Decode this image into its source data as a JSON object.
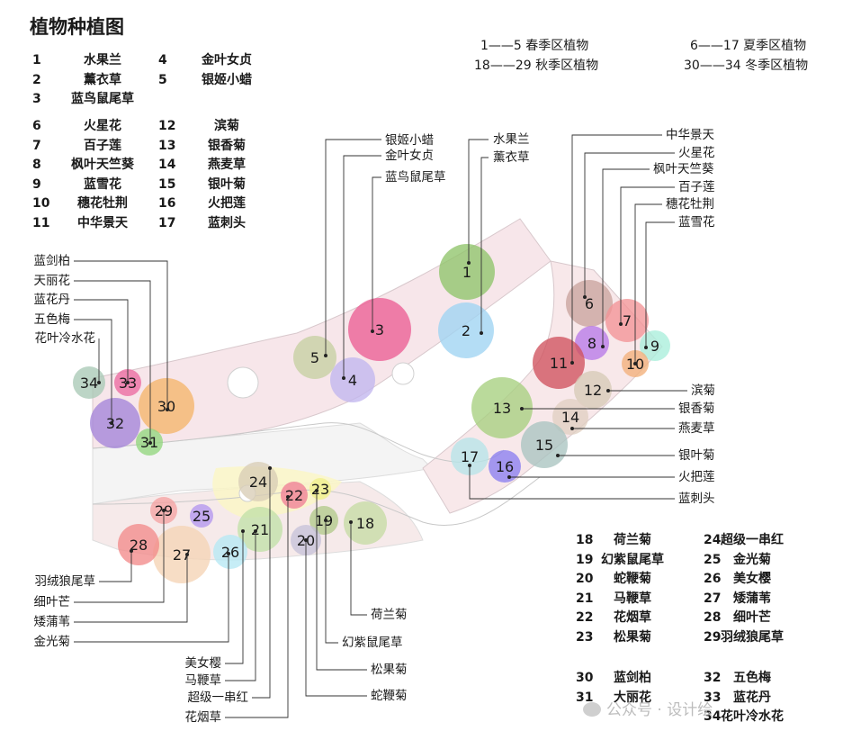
{
  "title": "植物种植图",
  "season_legend": [
    {
      "text": "1——5 春季区植物"
    },
    {
      "text": "6——17 夏季区植物"
    },
    {
      "text": "18——29 秋季区植物"
    },
    {
      "text": "30——34 冬季区植物"
    }
  ],
  "legend_groups": [
    {
      "items": [
        {
          "n": "1",
          "name": "水果兰"
        },
        {
          "n": "4",
          "name": "金叶女贞"
        },
        {
          "n": "2",
          "name": "薰衣草"
        },
        {
          "n": "5",
          "name": "银姬小蜡"
        },
        {
          "n": "3",
          "name": "蓝鸟鼠尾草"
        }
      ]
    },
    {
      "items": [
        {
          "n": "6",
          "name": "火星花"
        },
        {
          "n": "12",
          "name": "滨菊"
        },
        {
          "n": "7",
          "name": "百子莲"
        },
        {
          "n": "13",
          "name": "银香菊"
        },
        {
          "n": "8",
          "name": "枫叶天竺葵"
        },
        {
          "n": "14",
          "name": "燕麦草"
        },
        {
          "n": "9",
          "name": "蓝雪花"
        },
        {
          "n": "15",
          "name": "银叶菊"
        },
        {
          "n": "10",
          "name": "穗花牡荆"
        },
        {
          "n": "16",
          "name": "火把莲"
        },
        {
          "n": "11",
          "name": "中华景天"
        },
        {
          "n": "17",
          "name": "蓝刺头"
        }
      ]
    },
    {
      "items": [
        {
          "n": "18",
          "name": "荷兰菊"
        },
        {
          "n": "24",
          "name": "超级一串红"
        },
        {
          "n": "19",
          "name": "幻紫鼠尾草"
        },
        {
          "n": "25",
          "name": "金光菊"
        },
        {
          "n": "20",
          "name": "蛇鞭菊"
        },
        {
          "n": "26",
          "name": "美女樱"
        },
        {
          "n": "21",
          "name": "马鞭草"
        },
        {
          "n": "27",
          "name": "矮蒲苇"
        },
        {
          "n": "22",
          "name": "花烟草"
        },
        {
          "n": "28",
          "name": "细叶芒"
        },
        {
          "n": "23",
          "name": "松果菊"
        },
        {
          "n": "29",
          "name": "羽绒狼尾草"
        }
      ]
    },
    {
      "items": [
        {
          "n": "30",
          "name": "蓝剑柏"
        },
        {
          "n": "32",
          "name": "五色梅"
        },
        {
          "n": "31",
          "name": "大丽花"
        },
        {
          "n": "33",
          "name": "蓝花丹"
        },
        {
          "n": "34",
          "name": "花叶冷水花"
        }
      ]
    }
  ],
  "plants": [
    {
      "n": "1",
      "color": "#8fc46a"
    },
    {
      "n": "2",
      "color": "#9fd4f2"
    },
    {
      "n": "3",
      "color": "#ec5e93"
    },
    {
      "n": "4",
      "color": "#c2b6ee"
    },
    {
      "n": "5",
      "color": "#c7cfa2"
    },
    {
      "n": "6",
      "color": "#c9a49e"
    },
    {
      "n": "7",
      "color": "#f29496"
    },
    {
      "n": "8",
      "color": "#b77ae8"
    },
    {
      "n": "9",
      "color": "#a9eedb"
    },
    {
      "n": "10",
      "color": "#f2b07a"
    },
    {
      "n": "11",
      "color": "#d0525e"
    },
    {
      "n": "12",
      "color": "#d6cbb6"
    },
    {
      "n": "13",
      "color": "#a6cf7f"
    },
    {
      "n": "14",
      "color": "#e0cfc2"
    },
    {
      "n": "15",
      "color": "#a9c4c0"
    },
    {
      "n": "16",
      "color": "#8a7ff0"
    },
    {
      "n": "17",
      "color": "#b6e4e8"
    },
    {
      "n": "18",
      "color": "#c6dba4"
    },
    {
      "n": "19",
      "color": "#b2c98a"
    },
    {
      "n": "20",
      "color": "#c6c2d9"
    },
    {
      "n": "21",
      "color": "#c2e0a8"
    },
    {
      "n": "22",
      "color": "#f07f96"
    },
    {
      "n": "23",
      "color": "#f0f08c"
    },
    {
      "n": "24",
      "color": "#d9cdb6"
    },
    {
      "n": "25",
      "color": "#b496ee"
    },
    {
      "n": "26",
      "color": "#b6e8f4"
    },
    {
      "n": "27",
      "color": "#f5d3b5"
    },
    {
      "n": "28",
      "color": "#f28a8a"
    },
    {
      "n": "29",
      "color": "#f5a3a3"
    },
    {
      "n": "30",
      "color": "#f5b56a"
    },
    {
      "n": "31",
      "color": "#92d67e"
    },
    {
      "n": "32",
      "color": "#a484d8"
    },
    {
      "n": "33",
      "color": "#ec6aa0"
    },
    {
      "n": "34",
      "color": "#a9c9b6"
    }
  ],
  "callouts": [
    {
      "text": "水果兰"
    },
    {
      "text": "薰衣草"
    },
    {
      "text": "银姬小蜡"
    },
    {
      "text": "金叶女贞"
    },
    {
      "text": "蓝鸟鼠尾草"
    },
    {
      "text": "中华景天"
    },
    {
      "text": "火星花"
    },
    {
      "text": "枫叶天竺葵"
    },
    {
      "text": "百子莲"
    },
    {
      "text": "穗花牡荆"
    },
    {
      "text": "蓝雪花"
    },
    {
      "text": "滨菊"
    },
    {
      "text": "银香菊"
    },
    {
      "text": "燕麦草"
    },
    {
      "text": "银叶菊"
    },
    {
      "text": "火把莲"
    },
    {
      "text": "蓝刺头"
    },
    {
      "text": "蓝剑柏"
    },
    {
      "text": "天丽花"
    },
    {
      "text": "蓝花丹"
    },
    {
      "text": "五色梅"
    },
    {
      "text": "花叶冷水花"
    },
    {
      "text": "羽绒狼尾草"
    },
    {
      "text": "细叶芒"
    },
    {
      "text": "矮蒲苇"
    },
    {
      "text": "金光菊"
    },
    {
      "text": "美女樱"
    },
    {
      "text": "马鞭草"
    },
    {
      "text": "超级一串红"
    },
    {
      "text": "花烟草"
    },
    {
      "text": "荷兰菊"
    },
    {
      "text": "幻紫鼠尾草"
    },
    {
      "text": "松果菊"
    },
    {
      "text": "蛇鞭菊"
    }
  ],
  "watermark": "公众号 · 设计绘"
}
